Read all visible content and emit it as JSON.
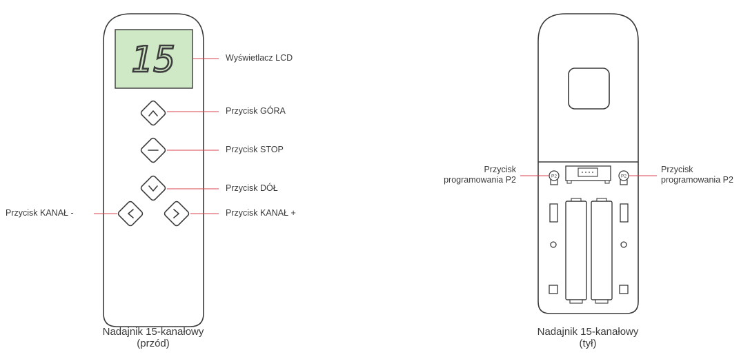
{
  "front": {
    "lcd_value": "15",
    "labels": {
      "lcd": "Wyświetlacz LCD",
      "up": "Przycisk GÓRA",
      "stop": "Przycisk STOP",
      "down": "Przycisk DÓŁ",
      "channel_minus": "Przycisk KANAŁ -",
      "channel_plus": "Przycisk KANAŁ +"
    },
    "caption": {
      "line1": "Nadajnik 15-kanałowy",
      "line2": "(przód)"
    }
  },
  "back": {
    "p2_badge": "P2",
    "labels": {
      "p2_left_line1": "Przycisk",
      "p2_left_line2": "programowania P2",
      "p2_right_line1": "Przycisk",
      "p2_right_line2": "programowania P2"
    },
    "caption": {
      "line1": "Nadajnik 15-kanałowy",
      "line2": "(tył)"
    }
  },
  "colors": {
    "outline": "#3a3a3a",
    "leader": "#d9434f",
    "lcd_fill": "#cfe8c6",
    "lcd_segment": "#3d3d3d"
  }
}
